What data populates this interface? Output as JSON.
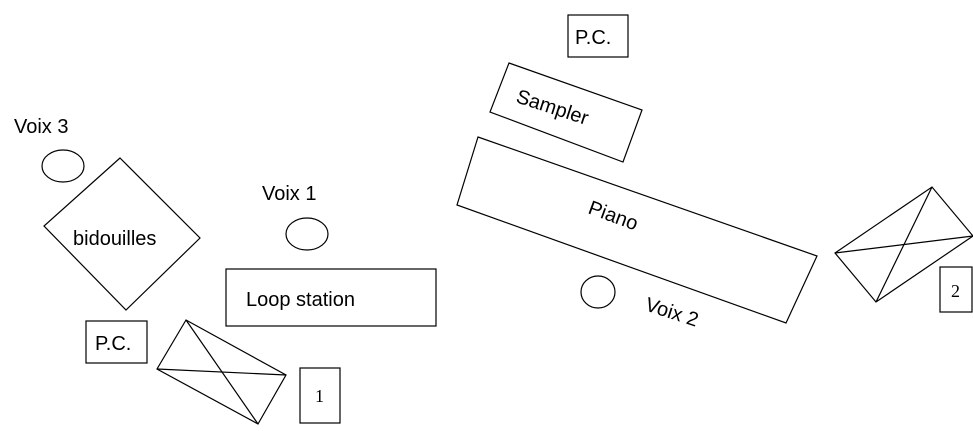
{
  "labels": {
    "voix1": "Voix 1",
    "voix2": "Voix 2",
    "voix3": "Voix 3",
    "bidouilles": "bidouilles",
    "loop_station": "Loop station",
    "pc_left": "P.C.",
    "pc_top": "P.C.",
    "sampler": "Sampler",
    "piano": "Piano",
    "monitor1": "1",
    "monitor2": "2"
  }
}
